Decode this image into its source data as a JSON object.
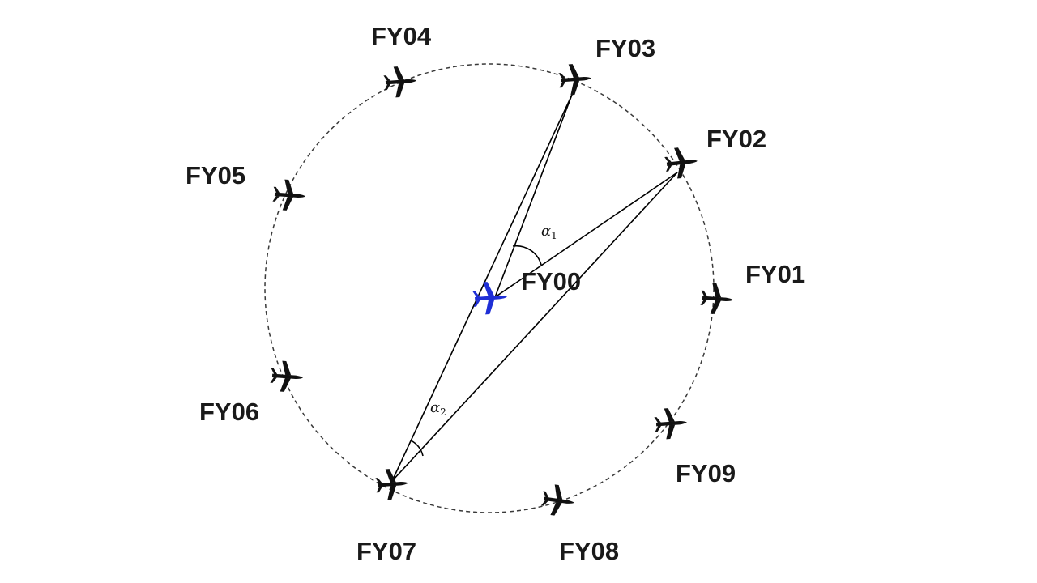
{
  "diagram": {
    "center_label": "FY00",
    "center_color": "#1f2fd6",
    "aircraft_color": "#111111",
    "aircraft_icon": "airplane-icon",
    "formation_ring": "dashed-circle",
    "angles": {
      "alpha1": {
        "symbol": "α",
        "subscript": "1"
      },
      "alpha2": {
        "symbol": "α",
        "subscript": "2"
      }
    },
    "aircraft": [
      {
        "id": "fy01",
        "label": "FY01"
      },
      {
        "id": "fy02",
        "label": "FY02"
      },
      {
        "id": "fy03",
        "label": "FY03"
      },
      {
        "id": "fy04",
        "label": "FY04"
      },
      {
        "id": "fy05",
        "label": "FY05"
      },
      {
        "id": "fy06",
        "label": "FY06"
      },
      {
        "id": "fy07",
        "label": "FY07"
      },
      {
        "id": "fy08",
        "label": "FY08"
      },
      {
        "id": "fy09",
        "label": "FY09"
      }
    ]
  }
}
